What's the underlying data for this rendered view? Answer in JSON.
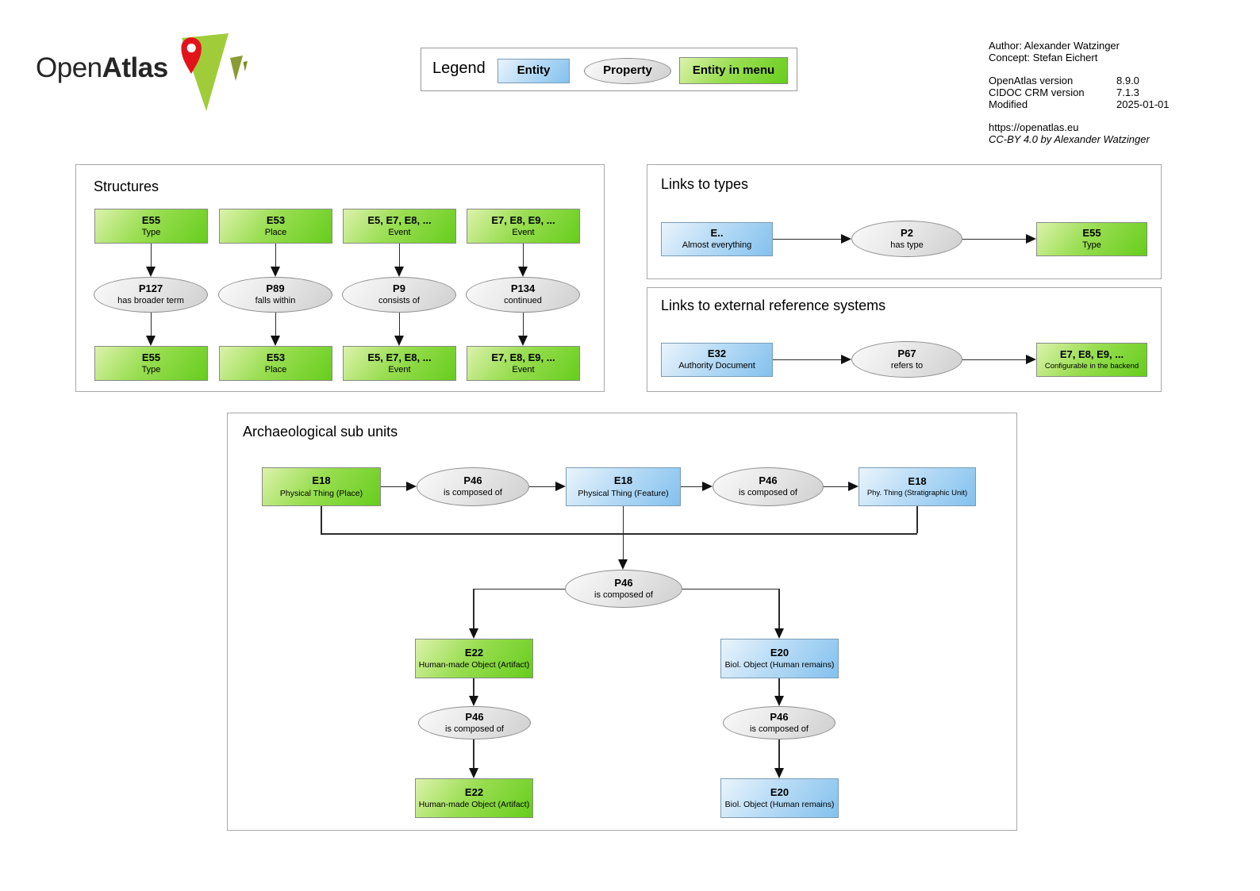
{
  "logo": {
    "text_regular": "Open",
    "text_bold": "Atlas"
  },
  "legend": {
    "title": "Legend",
    "entity_label": "Entity",
    "property_label": "Property",
    "entity_menu_label": "Entity in menu"
  },
  "meta": {
    "author_line": "Author: Alexander Watzinger",
    "concept_line": "Concept: Stefan Eichert",
    "rows": [
      {
        "label": "OpenAtlas version",
        "value": "8.9.0"
      },
      {
        "label": "CIDOC CRM version",
        "value": "7.1.3"
      },
      {
        "label": "Modified",
        "value": "2025-01-01"
      }
    ],
    "url": "https://openatlas.eu",
    "license": "CC-BY 4.0 by Alexander Watzinger"
  },
  "colors": {
    "entity_blue": "#83c1ee",
    "entity_menu_green": "#67cd1d",
    "property_gray": "#d9d9d9",
    "logo_green": "#a0cc3a",
    "logo_pin_red": "#e2131b",
    "logo_olive": "#8a9c33"
  },
  "sections": {
    "structures": {
      "title": "Structures",
      "columns": [
        {
          "top": {
            "title": "E55",
            "subtitle": "Type"
          },
          "property": {
            "title": "P127",
            "subtitle": "has broader term"
          },
          "bottom": {
            "title": "E55",
            "subtitle": "Type"
          }
        },
        {
          "top": {
            "title": "E53",
            "subtitle": "Place"
          },
          "property": {
            "title": "P89",
            "subtitle": "falls within"
          },
          "bottom": {
            "title": "E53",
            "subtitle": "Place"
          }
        },
        {
          "top": {
            "title": "E5, E7, E8, ...",
            "subtitle": "Event"
          },
          "property": {
            "title": "P9",
            "subtitle": "consists of"
          },
          "bottom": {
            "title": "E5, E7, E8, ...",
            "subtitle": "Event"
          }
        },
        {
          "top": {
            "title": "E7, E8, E9, ...",
            "subtitle": "Event"
          },
          "property": {
            "title": "P134",
            "subtitle": "continued"
          },
          "bottom": {
            "title": "E7, E8, E9, ...",
            "subtitle": "Event"
          }
        }
      ]
    },
    "links_types": {
      "title": "Links to types",
      "entity": {
        "title": "E..",
        "subtitle": "Almost everything"
      },
      "property": {
        "title": "P2",
        "subtitle": "has type"
      },
      "target": {
        "title": "E55",
        "subtitle": "Type"
      }
    },
    "links_external": {
      "title": "Links to external reference systems",
      "entity": {
        "title": "E32",
        "subtitle": "Authority Document"
      },
      "property": {
        "title": "P67",
        "subtitle": "refers to"
      },
      "target": {
        "title": "E7, E8, E9, ...",
        "subtitle": "Configurable in the backend"
      }
    },
    "arch": {
      "title": "Archaeological sub units",
      "place": {
        "title": "E18",
        "subtitle": "Physical Thing (Place)"
      },
      "p46_a": {
        "title": "P46",
        "subtitle": "is composed of"
      },
      "feature": {
        "title": "E18",
        "subtitle": "Physical Thing (Feature)"
      },
      "p46_b": {
        "title": "P46",
        "subtitle": "is composed of"
      },
      "strat": {
        "title": "E18",
        "subtitle": "Phy. Thing (Stratigraphic Unit)"
      },
      "p46_center": {
        "title": "P46",
        "subtitle": "is composed of"
      },
      "artifact_top": {
        "title": "E22",
        "subtitle": "Human-made Object (Artifact)"
      },
      "p46_left": {
        "title": "P46",
        "subtitle": "is composed of"
      },
      "artifact_bottom": {
        "title": "E22",
        "subtitle": "Human-made Object (Artifact)"
      },
      "bio_top": {
        "title": "E20",
        "subtitle": "Biol. Object (Human remains)"
      },
      "p46_right": {
        "title": "P46",
        "subtitle": "is composed of"
      },
      "bio_bottom": {
        "title": "E20",
        "subtitle": "Biol. Object (Human remains)"
      }
    }
  }
}
